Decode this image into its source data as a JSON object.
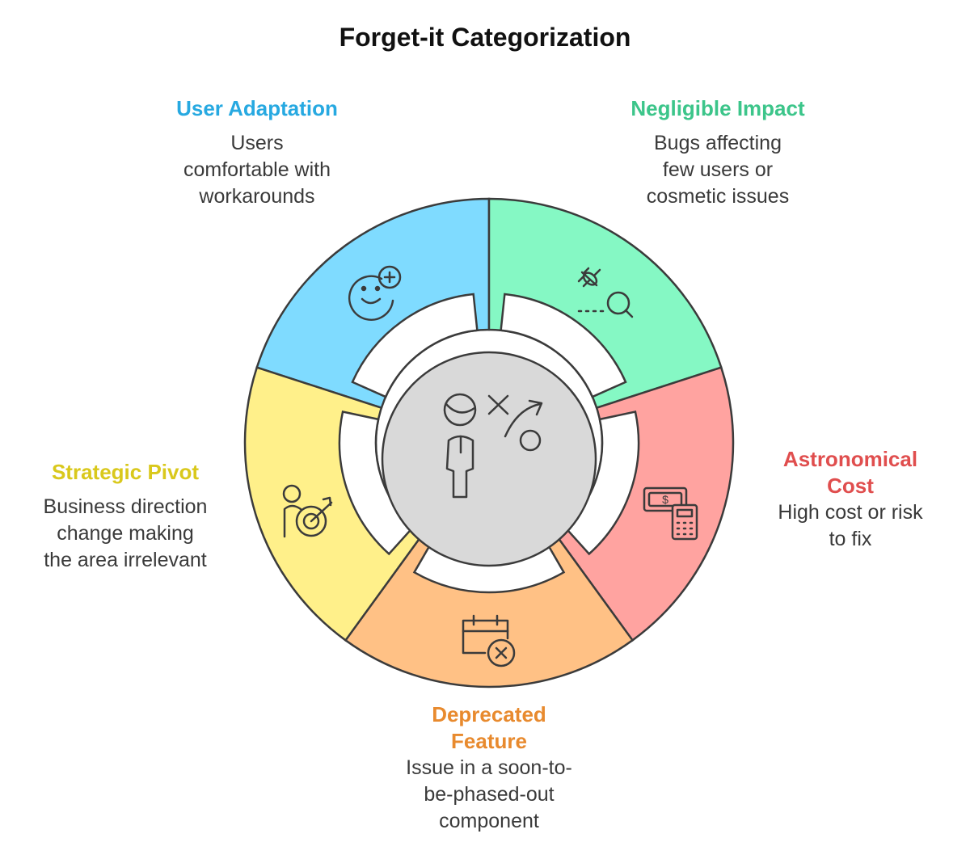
{
  "title": "Forget-it Categorization",
  "segments": [
    {
      "id": "user-adaptation",
      "title": "User Adaptation",
      "desc": [
        "Users",
        "comfortable with",
        "workarounds"
      ],
      "color": "#7fdbff",
      "title_color": "#27a9e1",
      "icon": "smiley-plus-icon"
    },
    {
      "id": "negligible-impact",
      "title": "Negligible Impact",
      "desc": [
        "Bugs affecting",
        "few users or",
        "cosmetic issues"
      ],
      "color": "#85f8c4",
      "title_color": "#3cc58a",
      "icon": "bug-search-icon"
    },
    {
      "id": "astronomical-cost",
      "title": "Astronomical Cost",
      "desc": [
        "High cost or risk",
        "to fix"
      ],
      "color": "#ffa3a0",
      "title_color": "#e04e4e",
      "icon": "money-calculator-icon"
    },
    {
      "id": "deprecated-feature",
      "title": "Deprecated Feature",
      "desc": [
        "Issue in a soon-to-",
        "be-phased-out",
        "component"
      ],
      "color": "#ffc185",
      "title_color": "#e88a2e",
      "icon": "calendar-cancel-icon"
    },
    {
      "id": "strategic-pivot",
      "title": "Strategic Pivot",
      "desc": [
        "Business direction",
        "change making",
        "the area irrelevant"
      ],
      "color": "#fff08a",
      "title_color": "#d9c81c",
      "icon": "person-target-icon"
    }
  ],
  "center": {
    "icon": "strategy-person-icon",
    "color": "#d9d9d9"
  }
}
